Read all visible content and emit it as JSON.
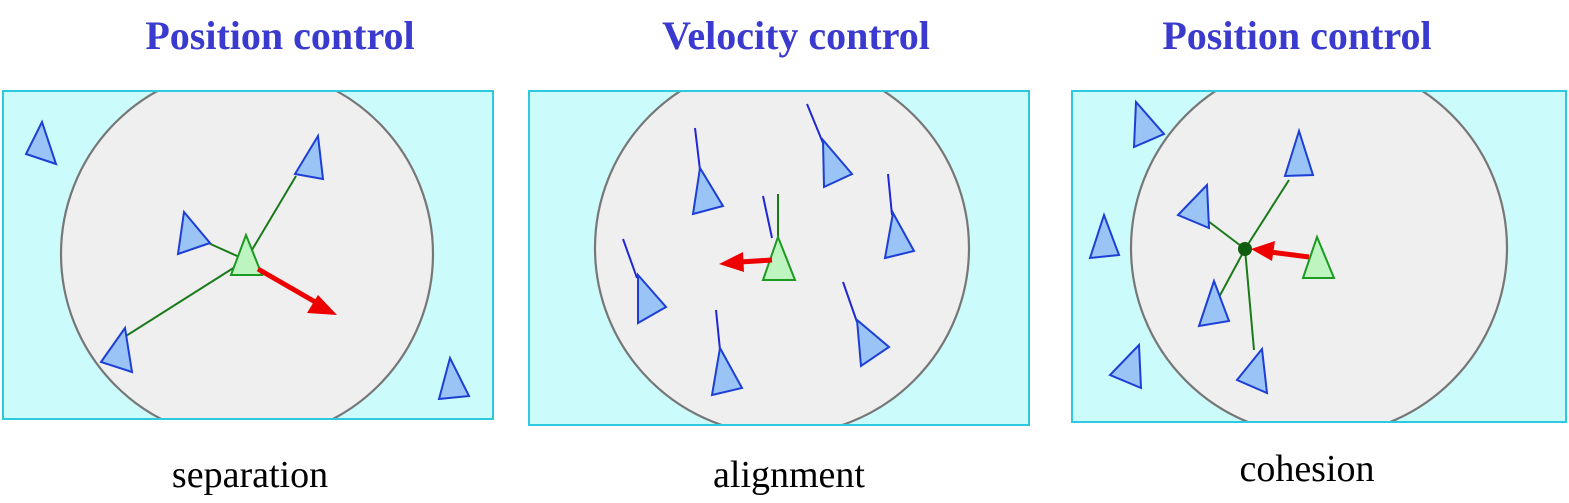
{
  "panels": [
    {
      "title": "Position control",
      "caption": "separation"
    },
    {
      "title": "Velocity control",
      "caption": "alignment"
    },
    {
      "title": "Position control",
      "caption": "cohesion"
    }
  ],
  "colors": {
    "title": "#3a3acf",
    "background": "#ccfbfc",
    "neighborhood": "#efefef",
    "boid": "#99c4f5",
    "focal_boid": "#bdf4c0",
    "steering_arrow": "#ee0000"
  }
}
